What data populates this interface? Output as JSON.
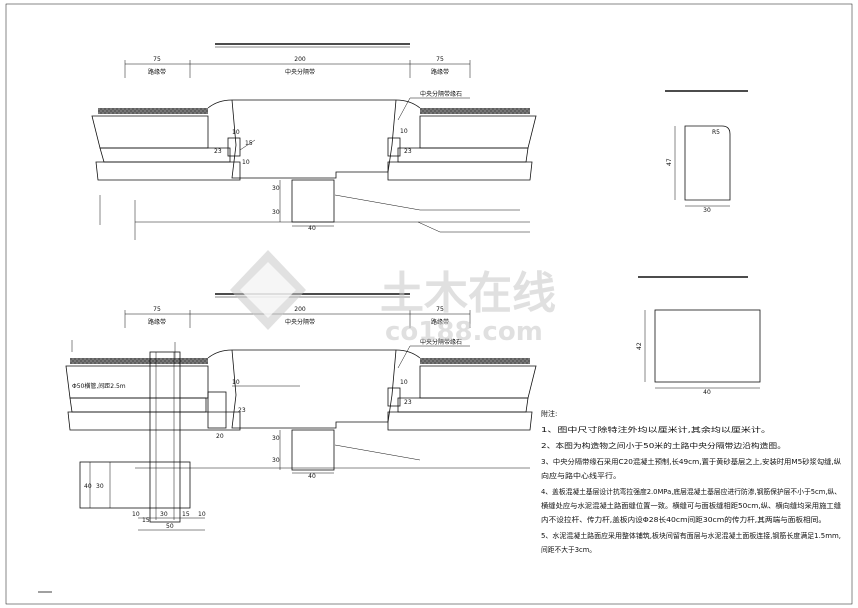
{
  "drawing": {
    "section_top": {
      "dims": {
        "left": "75",
        "center": "200",
        "right": "75"
      },
      "labels": {
        "left": "路缘带",
        "center": "中央分隔带",
        "right": "路缘带",
        "curb": "中央分隔带缘石"
      },
      "small_dims": {
        "d1": "10",
        "d2": "10",
        "d3": "23",
        "d4": "15",
        "d5": "23",
        "d6": "10",
        "d7": "30",
        "d8": "30",
        "d9": "40"
      }
    },
    "section_bottom": {
      "dims": {
        "left": "75",
        "center": "200",
        "right": "75"
      },
      "labels": {
        "left": "路缘带",
        "center": "中央分隔带",
        "right": "路缘带",
        "curb": "中央分隔带缘石",
        "pipe": "Φ50横管,间距2.5m"
      },
      "small_dims": {
        "d1": "10",
        "d2": "23",
        "d3": "20",
        "d4": "10",
        "d5": "23",
        "d6": "30",
        "d7": "30",
        "d8": "40",
        "d9": "40",
        "d10": "30",
        "d11": "15",
        "d12": "30",
        "d13": "15",
        "d14": "50",
        "d15": "10",
        "d16": "10"
      }
    },
    "detail_top": {
      "height": "47",
      "width": "30",
      "chamfer": "R5"
    },
    "detail_bottom": {
      "height": "42",
      "width": "40"
    },
    "notes": {
      "title": "附注:",
      "items": [
        "1、图中尺寸除特注外均以厘米计,其余均以厘米计。",
        "2、本图为构造物之间小于50米的土路中央分隔带边沿构造图。",
        "3、中央分隔带缘石采用C20混凝土预制,长49cm,置于黄砂基层之上,安装时用M5砂浆勾缝,纵",
        "向应与路中心线平行。",
        "4、盖板混凝土基层设计抗弯拉强度2.0MPa,底层混凝土基层应进行防渗,钢筋保护层不小于5cm,纵、",
        "横缝处应与水泥混凝土路面缝位置一致。横缝可与面板缝相距50cm,纵、横向缝均采用施工缝",
        "内不设拉杆、传力杆,盖板内设Φ28长40cm间距30cm的传力杆,其两端与面板相同。",
        "5、水泥混凝土路面应采用整体铺筑,板块间留有面层与水泥混凝土面板连接,钢筋长度满足1.5mm,",
        "间距不大于3cm。"
      ]
    },
    "watermark": {
      "brand": "土木在线",
      "domain": "co188.com"
    }
  }
}
